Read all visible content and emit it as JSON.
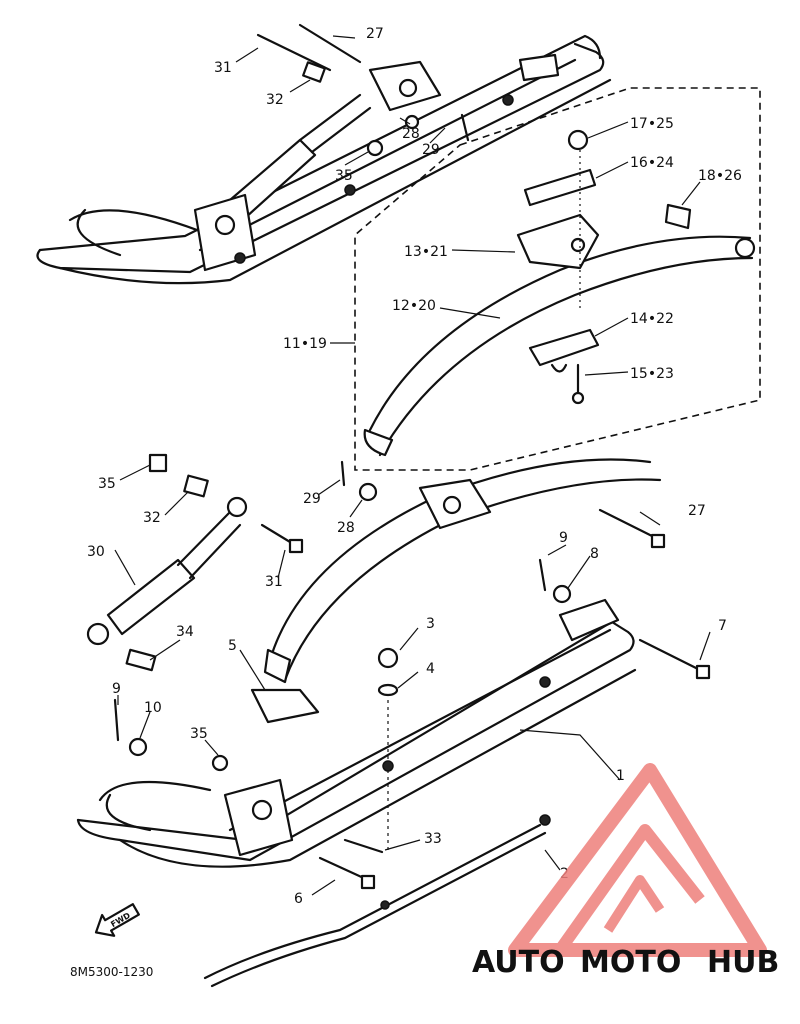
{
  "diagram": {
    "callouts": {
      "c1": "1",
      "c2": "2",
      "c3": "3",
      "c4": "4",
      "c5": "5",
      "c6": "6",
      "c7": "7",
      "c8": "8",
      "c9a": "9",
      "c9b": "9",
      "c10": "10",
      "c11_19": "11•19",
      "c12_20": "12•20",
      "c13_21": "13•21",
      "c14_22": "14•22",
      "c15_23": "15•23",
      "c16_24": "16•24",
      "c17_25": "17•25",
      "c18_26": "18•26",
      "c27a": "27",
      "c27b": "27",
      "c28a": "28",
      "c28b": "28",
      "c29a": "29",
      "c29b": "29",
      "c30": "30",
      "c31a": "31",
      "c31b": "31",
      "c32a": "32",
      "c32b": "32",
      "c33": "33",
      "c34": "34",
      "c35a": "35",
      "c35b": "35",
      "c35c": "35"
    },
    "fwd_label": "FWD",
    "diagram_code": "8M5300-1230"
  },
  "watermark": {
    "text_auto": "AUTO",
    "text_moto": "MOTO",
    "text_hub": "HUB",
    "colors": {
      "auto": "#f5b98a",
      "moto": "#ee8f86",
      "hub": "#9a9a9a",
      "logo": "#ee7f7b"
    }
  }
}
